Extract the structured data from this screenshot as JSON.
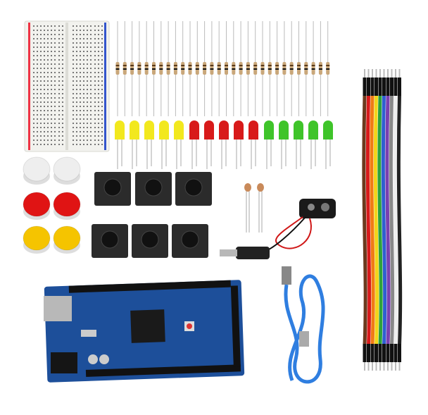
{
  "colors": {
    "background": "#ffffff",
    "breadboard": "#f2f2ee",
    "resistor_body": "#c9a77a",
    "led_yellow": "#f2e81e",
    "led_red": "#d81a1a",
    "led_green": "#3fc42a",
    "cap_white": "#eeeeee",
    "cap_red": "#e01414",
    "cap_yellow": "#f5c400",
    "switch_body": "#2b2b2b",
    "pcb": "#1d4f9a",
    "usb_cable": "#2f7ee0",
    "battery_clip": "#1a1a1a"
  },
  "led_groups": [
    "yellow",
    "red",
    "green"
  ],
  "jumper_colors": [
    "#6b3a1e",
    "#d81a1a",
    "#f07b14",
    "#f2d51a",
    "#2ea33a",
    "#2f5fd0",
    "#7a3fb0",
    "#888888",
    "#eeeeee",
    "#222222"
  ]
}
